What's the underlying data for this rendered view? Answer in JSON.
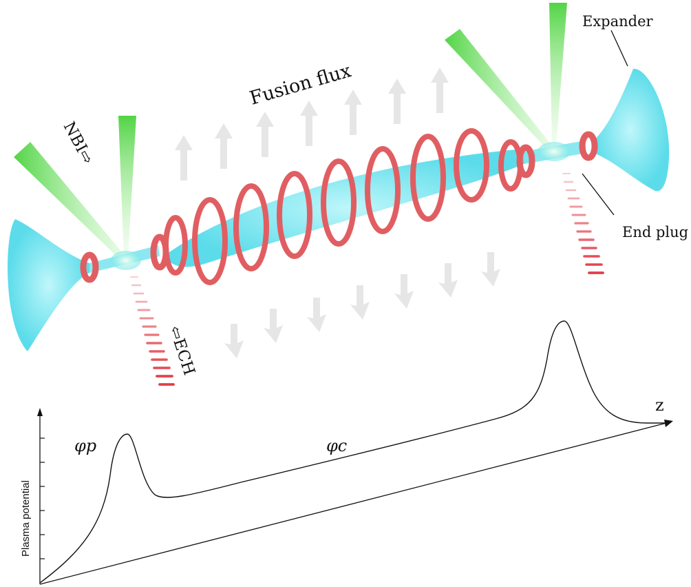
{
  "labels": {
    "fusion_flux": "Fusion flux",
    "nbi": "NBI⇨",
    "ech": "⇦ECH",
    "expander": "Expander",
    "end_plug": "End plug",
    "phi_p": "φp",
    "phi_c": "φc",
    "z_axis": "z",
    "plasma_potential": "Plasma potential"
  },
  "colors": {
    "plasma": "#5fe6f0",
    "coil": "#e05e62",
    "coil_dark": "#a23438",
    "nbi_beam": "#5ede50",
    "ech_wave": "#e23a46",
    "flux_arrow": "#e3e3e3",
    "curve": "#111111"
  }
}
